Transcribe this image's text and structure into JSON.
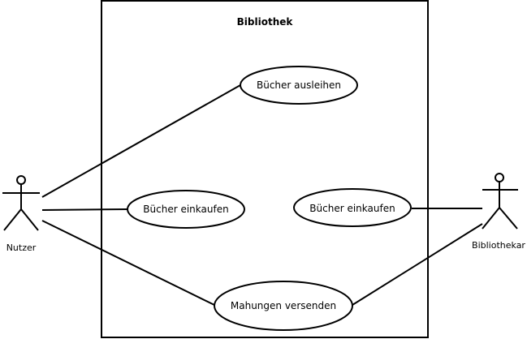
{
  "system": {
    "title": "Bibliothek"
  },
  "actors": {
    "user": {
      "label": "Nutzer"
    },
    "librarian": {
      "label": "Bibliothekar"
    }
  },
  "use_cases": [
    {
      "label": "Bücher ausleihen"
    },
    {
      "label": "Bücher einkaufen"
    },
    {
      "label": "Bücher einkaufen"
    },
    {
      "label": "Mahungen versenden"
    }
  ],
  "colors": {
    "line": "#000000",
    "background": "#ffffff"
  }
}
